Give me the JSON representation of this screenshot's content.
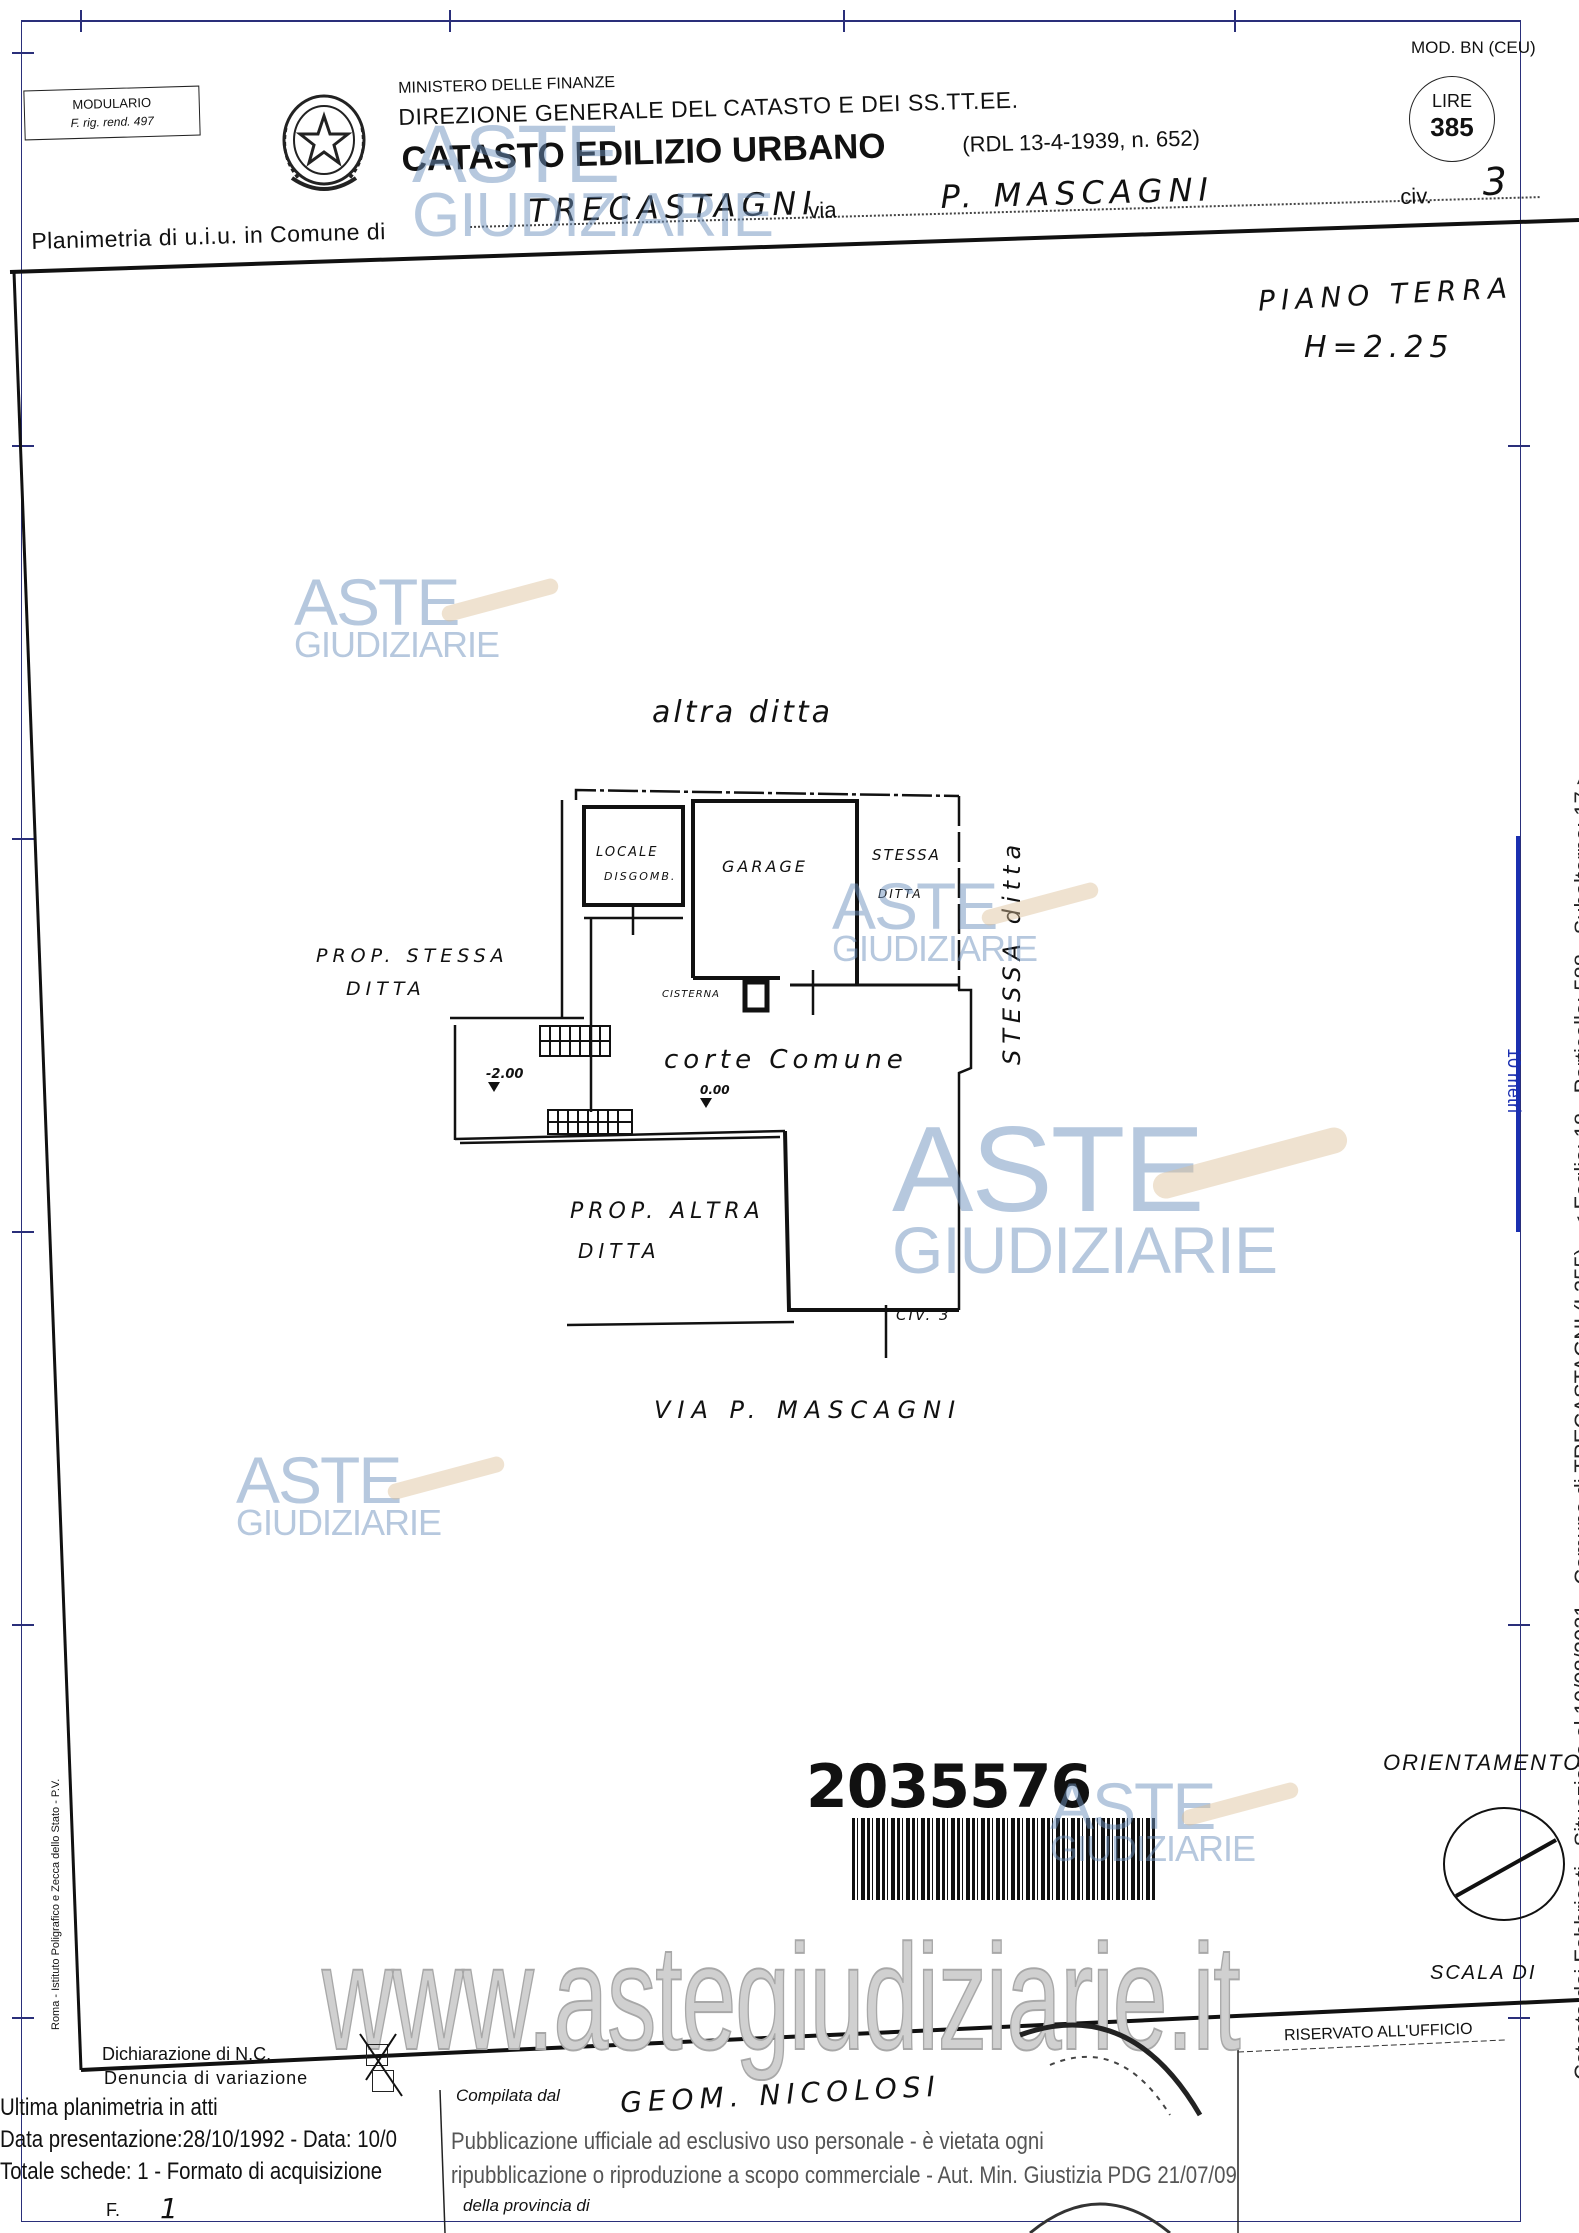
{
  "header": {
    "modulario_line1": "MODULARIO",
    "modulario_line2": "F. rig. rend. 497",
    "ministry": "MINISTERO DELLE FINANZE",
    "direction": "DIREZIONE GENERALE DEL CATASTO E DEI SS.TT.EE.",
    "title": "CATASTO EDILIZIO URBANO",
    "law_ref": "(RDL 13-4-1939, n. 652)",
    "model": "MOD. BN (CEU)",
    "price_label": "LIRE",
    "price_value": "385",
    "planimetria_label": "Planimetria di u.i.u. in Comune di",
    "comune_value": "TRECASTAGNI",
    "via_label": "via",
    "via_value": "P. MASCAGNI",
    "civ_label": "civ.",
    "civ_value": "3"
  },
  "plan": {
    "floor": "PIANO TERRA",
    "height": "H=2.25",
    "north_neighbor": "altra ditta",
    "room_locale_1": "LOCALE",
    "room_locale_2": "DISGOMB.",
    "room_garage": "GARAGE",
    "stessa_ditta_small_1": "STESSA",
    "stessa_ditta_small_2": "DITTA",
    "east_neighbor": "STESSA ditta",
    "west_neighbor_1": "PROP. STESSA",
    "west_neighbor_2": "DITTA",
    "cisterna": "CISTERNA",
    "courtyard": "corte Comune",
    "level_lower": "-2.00",
    "level_ground": "0.00",
    "south_neighbor_1": "PROP. ALTRA",
    "south_neighbor_2": "DITTA",
    "civ_marker": "CIV. 3",
    "street": "VIA P. MASCAGNI"
  },
  "barcode": "2035576",
  "orientation_label": "ORIENTAMENTO",
  "scale_label": "SCALA DI",
  "scale_bar_label": "10 metri",
  "printer_note": "Roma - Istituto Poligrafico e Zecca dello Stato - P.V.",
  "footer": {
    "reserved": "RISERVATO ALL'UFFICIO",
    "dichiarazione": "Dichiarazione di N.C.",
    "denuncia": "Denuncia di variazione",
    "compilata_label": "Compilata dal",
    "compilata_value": "GEOM. NICOLOSI",
    "provincia_label": "della provincia di",
    "f_label": "F.",
    "f_value": "1",
    "ultima": "Ultima planimetria in atti",
    "data_presentazione": "Data presentazione:28/10/1992 - Data: 10/0",
    "totale_schede": "Totale schede: 1 - Formato di acquisizione",
    "pubblicazione_1": "Pubblicazione ufficiale ad esclusivo uso personale - è vietata ogni",
    "pubblicazione_2": "ripubblicazione o riproduzione a scopo commerciale - Aut. Min. Giustizia PDG 21/07/09"
  },
  "side_info": "Catasto dei Fabbricati - Situazione al 10/08/2021 - Comune di TRECASTAGNI (L355) - < Foglio: 18 - Particella: 588 - Subalterno: 17 >",
  "watermark": {
    "aste": "ASTE",
    "giudiziarie": "GIUDIZIARIE",
    "website": "www.astegiudiziarie.it"
  },
  "colors": {
    "frame": "#2a2f7a",
    "scale_bar": "#1a2fb0",
    "watermark": "#6e91be"
  }
}
